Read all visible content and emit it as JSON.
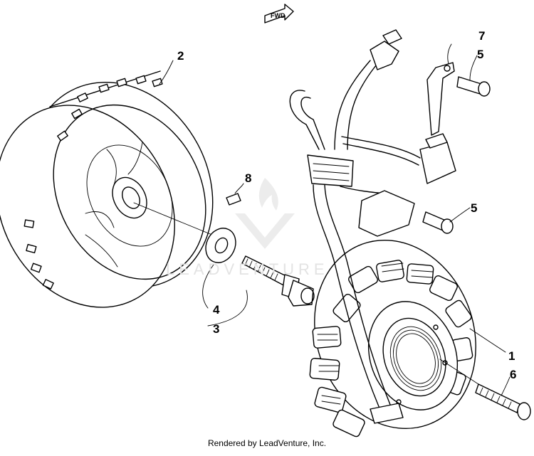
{
  "diagram": {
    "direction_marker": "FWD",
    "callouts": [
      {
        "id": "callout-1",
        "label": "1"
      },
      {
        "id": "callout-2",
        "label": "2"
      },
      {
        "id": "callout-3",
        "label": "3"
      },
      {
        "id": "callout-4",
        "label": "4"
      },
      {
        "id": "callout-5a",
        "label": "5"
      },
      {
        "id": "callout-5b",
        "label": "5"
      },
      {
        "id": "callout-6",
        "label": "6"
      },
      {
        "id": "callout-7",
        "label": "7"
      },
      {
        "id": "callout-8",
        "label": "8"
      }
    ]
  },
  "watermark": {
    "text": "LEADVENTURE"
  },
  "footer": {
    "credit": "Rendered by LeadVenture, Inc."
  }
}
